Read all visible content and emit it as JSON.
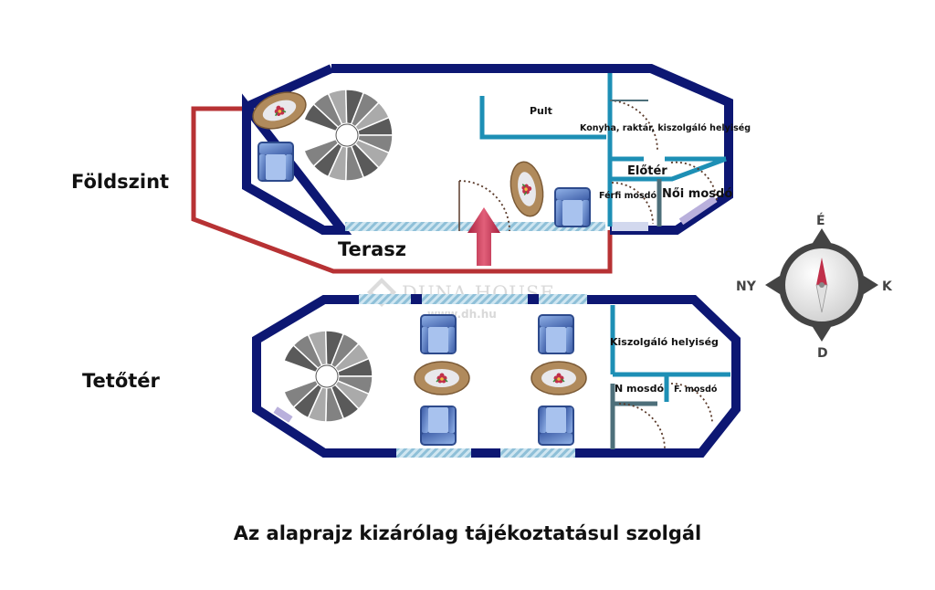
{
  "floors": {
    "ground": {
      "label": "Földszint"
    },
    "attic": {
      "label": "Tetőtér"
    }
  },
  "rooms": {
    "terrace": "Terasz",
    "counter": "Pult",
    "kitchen": "Konyha, raktár, kiszolgáló helyiség",
    "hall": "Előtér",
    "mens_wc": "Férfi mosdó",
    "womens_wc": "Női mosdó",
    "service_room": "Kiszolgáló helyiség",
    "n_wc": "N mosdó",
    "f_wc": "F. mosdó"
  },
  "compass": {
    "north": "É",
    "south": "D",
    "east": "K",
    "west": "NY"
  },
  "watermark": {
    "brand": "DUNA HOUSE",
    "url": "www.dh.hu"
  },
  "disclaimer": "Az alaprajz kizárólag tájékoztatásul szolgál",
  "colors": {
    "wall": "#0d1773",
    "partition": "#1d8fb5",
    "terrace_outline": "#b73234",
    "window": "#9fcbe0",
    "table": "#b08a5c",
    "armchair": "#5d7fc2",
    "arrow": "#d4445f"
  }
}
